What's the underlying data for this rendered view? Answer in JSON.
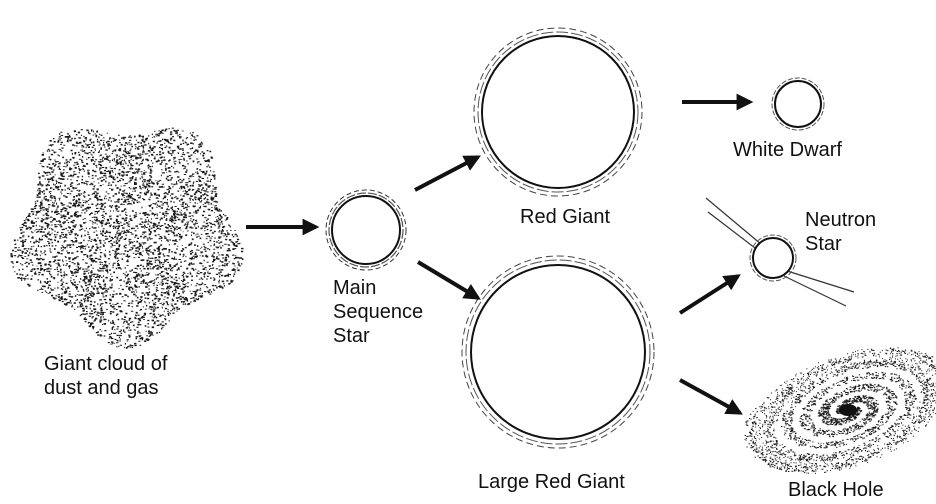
{
  "stages": {
    "cloud": {
      "line1": "Giant cloud of",
      "line2": "dust and gas"
    },
    "main_sequence": {
      "line1": "Main",
      "line2": "Sequence",
      "line3": "Star"
    },
    "red_giant": {
      "label": "Red Giant"
    },
    "large_red_giant": {
      "label": "Large Red Giant"
    },
    "white_dwarf": {
      "label": "White Dwarf"
    },
    "neutron_star": {
      "line1": "Neutron",
      "line2": "Star"
    },
    "black_hole": {
      "label": "Black Hole"
    }
  },
  "colors": {
    "ink": "#111111",
    "background": "#ffffff"
  }
}
